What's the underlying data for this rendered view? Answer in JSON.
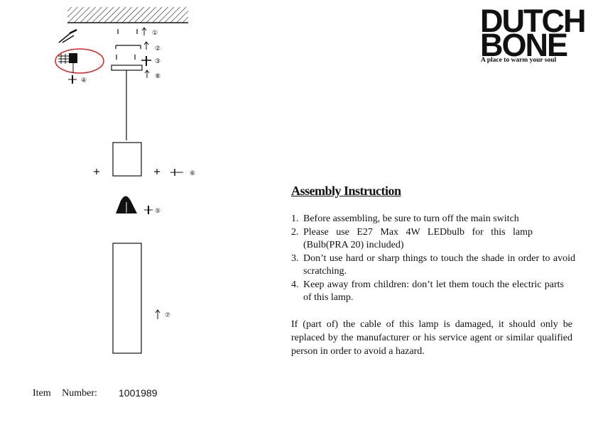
{
  "brand": {
    "logo_line1": "DUTCH",
    "logo_line2": "BONE",
    "tagline": "A place to warm your soul"
  },
  "instructions": {
    "title": "Assembly Instruction",
    "steps": [
      {
        "num": "1.",
        "text": "Before assembling, be sure to turn off the main switch"
      },
      {
        "num": "2.",
        "text": "Please use E27 Max 4W LEDbulb for this lamp (Bulb(PRA 20) included)"
      },
      {
        "num": "3.",
        "text": "Don’t use hard or sharp things to touch the shade in order to avoid scratching."
      },
      {
        "num": "4.",
        "text": "Keep away from children: don’t let them touch the electric parts of this lamp."
      }
    ],
    "warning": "If (part of) the cable of this lamp is damaged, it should only be replaced by the manufacturer or his service agent or similar qualified person in order to avoid a hazard."
  },
  "item": {
    "label": "Item Number:",
    "number": "1001989"
  },
  "diagram": {
    "step_markers": [
      "①",
      "②",
      "③",
      "④",
      "⑤",
      "⑥",
      "⑦",
      "⑧"
    ],
    "highlight_color": "#e02020"
  }
}
